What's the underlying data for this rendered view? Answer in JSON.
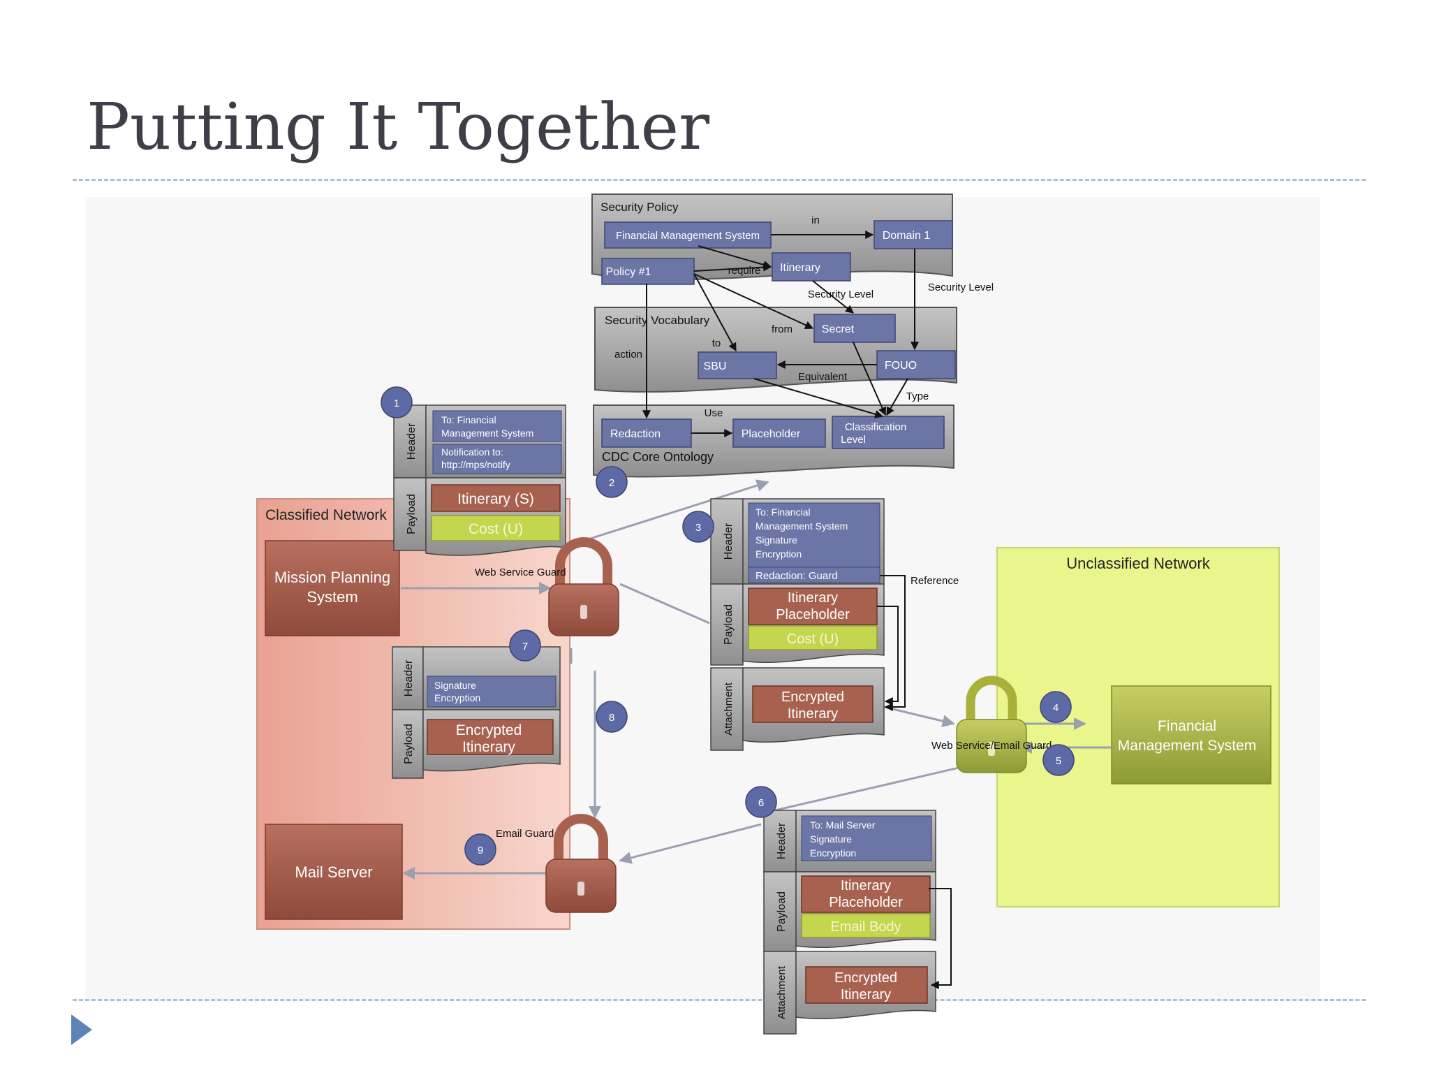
{
  "slide": {
    "title": "Putting It Together"
  },
  "colors": {
    "policy_box": "#6c76a6",
    "red_box": "#a8614f",
    "cost_box": "#c4d64e",
    "classified_zone": "#f2b8a8",
    "unclassified_zone": "#eaf58c",
    "gray_panel": "#a8a8a8",
    "step_circle": "#5e6aa6",
    "nav_arrow": "#5d84b4"
  },
  "icons": {
    "navigation": "triangle-right-icon",
    "guard": "padlock-icon"
  },
  "diagram": {
    "security_policy": {
      "title": "Security Policy",
      "fms": "Financial Management System",
      "in_label": "in",
      "domain": "Domain 1",
      "policy": "Policy #1",
      "require_label": "require",
      "itinerary": "Itinerary",
      "security_level_1": "Security Level",
      "security_level_2": "Security Level"
    },
    "security_vocabulary": {
      "title": "Security Vocabulary",
      "action_label": "action",
      "to_label": "to",
      "from_label": "from",
      "secret": "Secret",
      "sbu": "SBU",
      "fouo": "FOUO",
      "equivalent_label": "Equivalent",
      "type_label": "Type"
    },
    "core_ontology": {
      "title": "CDC Core Ontology",
      "redaction": "Redaction",
      "use_label": "Use",
      "placeholder": "Placeholder",
      "classification_1": "Classification",
      "classification_2": "Level"
    },
    "classified": {
      "title": "Classified Network",
      "mission_1": "Mission Planning",
      "mission_2": "System",
      "mail_server": "Mail Server"
    },
    "unclassified": {
      "title": "Unclassified Network",
      "fms_1": "Financial",
      "fms_2": "Management System"
    },
    "guards": {
      "web_service": "Web Service Guard",
      "web_email": "Web Service/Email Guard",
      "email": "Email Guard"
    },
    "steps": [
      "1",
      "2",
      "3",
      "4",
      "5",
      "6",
      "7",
      "8",
      "9"
    ],
    "message1": {
      "header_tab": "Header",
      "payload_tab": "Payload",
      "to_1": "To: Financial",
      "to_2": "Management System",
      "notify_1": "Notification to:",
      "notify_2": "http://mps/notify",
      "itinerary": "Itinerary (S)",
      "cost": "Cost (U)"
    },
    "message3": {
      "header_tab": "Header",
      "payload_tab": "Payload",
      "attachment_tab": "Attachment",
      "to_1": "To: Financial",
      "to_2": "Management System",
      "signature": "Signature",
      "encryption": "Encryption",
      "redaction": "Redaction: Guard",
      "reference": "Reference",
      "placeholder_1": "Itinerary",
      "placeholder_2": "Placeholder",
      "cost": "Cost (U)",
      "encrypted_1": "Encrypted",
      "encrypted_2": "Itinerary"
    },
    "message7": {
      "header_tab": "Header",
      "payload_tab": "Payload",
      "signature": "Signature",
      "encryption": "Encryption",
      "encrypted_1": "Encrypted",
      "encrypted_2": "Itinerary"
    },
    "message6": {
      "header_tab": "Header",
      "payload_tab": "Payload",
      "attachment_tab": "Attachment",
      "to": "To: Mail Server",
      "signature": "Signature",
      "encryption": "Encryption",
      "placeholder_1": "Itinerary",
      "placeholder_2": "Placeholder",
      "email_body": "Email Body",
      "encrypted_1": "Encrypted",
      "encrypted_2": "Itinerary"
    }
  }
}
